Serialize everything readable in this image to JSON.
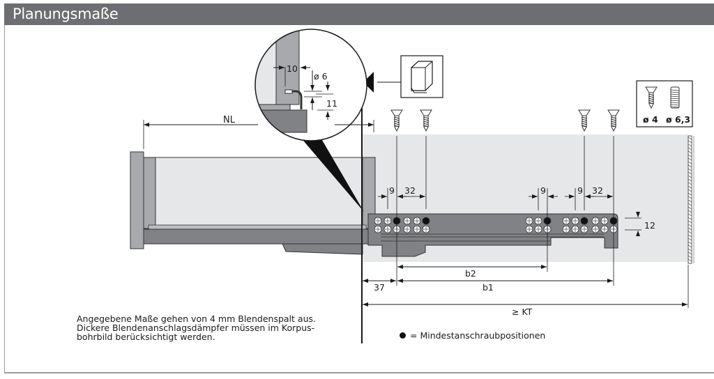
{
  "header": {
    "title": "Planungsmaße"
  },
  "diagram": {
    "detail_callout": {
      "dim_width": "10",
      "dim_diameter": "ø 6",
      "dim_height": "11"
    },
    "dimensions": {
      "nl": "NL",
      "spacing_front_9": "9",
      "spacing_front_32": "32",
      "spacing_mid_9": "9",
      "spacing_rear_9": "9",
      "spacing_rear_32": "32",
      "row_gap_12": "12",
      "b2": "b2",
      "b1": "b1",
      "offset_37": "37",
      "kt": "≥ KT"
    },
    "screw_box": {
      "screw1_label": "ø 4",
      "screw2_label": "ø 6,3"
    },
    "icons": [
      "cabinet-icon",
      "screw-icon",
      "front-stop-arrow-icon"
    ]
  },
  "note": {
    "lines": [
      "Angegebene Maße gehen von 4 mm Blendenspalt aus.",
      "Dickere Blendenanschlagsdämpfer müssen im Korpus-",
      "bohrbild berücksichtigt werden."
    ]
  },
  "legend": {
    "text": "= Mindestanschraubpositionen"
  },
  "colors": {
    "header_bg": "#6d6e71",
    "cabinet_bg": "#e6e7e8",
    "runner_gray": "#808285",
    "dark": "#1a1a1a"
  }
}
